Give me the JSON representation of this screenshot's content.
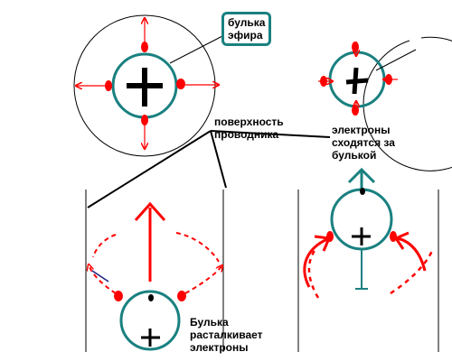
{
  "labels": {
    "bubble": "булька\nэфира",
    "surface": "поверхность\nпроводника",
    "electrons_converge": "электроны\nсходятся за\nбулькой",
    "bubble_pushes": "Булька\nрасталкивает\nэлектроны"
  },
  "symbols": {
    "plus": "+"
  },
  "colors": {
    "bubble_outline": "#1a8080",
    "electron": "#ff0000",
    "arrow": "#ff0000",
    "line": "#000000",
    "surface_line": "#000000"
  }
}
